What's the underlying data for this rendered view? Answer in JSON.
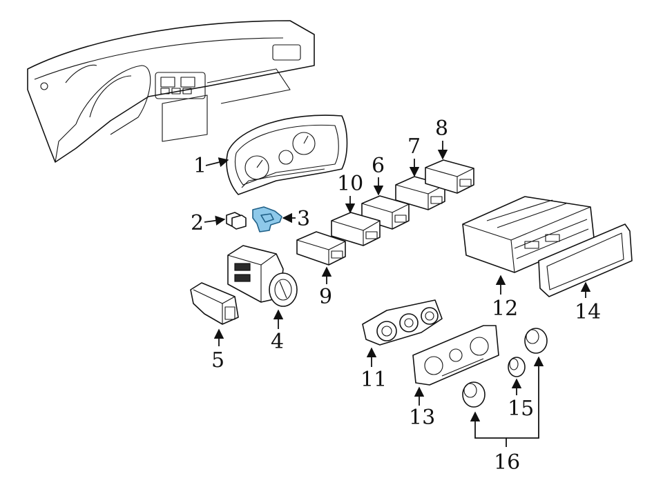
{
  "callouts": [
    {
      "id": "1",
      "label": "1"
    },
    {
      "id": "2",
      "label": "2"
    },
    {
      "id": "3",
      "label": "3"
    },
    {
      "id": "4",
      "label": "4"
    },
    {
      "id": "5",
      "label": "5"
    },
    {
      "id": "6",
      "label": "6"
    },
    {
      "id": "7",
      "label": "7"
    },
    {
      "id": "8",
      "label": "8"
    },
    {
      "id": "9",
      "label": "9"
    },
    {
      "id": "10",
      "label": "10"
    },
    {
      "id": "11",
      "label": "11"
    },
    {
      "id": "12",
      "label": "12"
    },
    {
      "id": "13",
      "label": "13"
    },
    {
      "id": "14",
      "label": "14"
    },
    {
      "id": "15",
      "label": "15"
    },
    {
      "id": "16",
      "label": "16"
    }
  ],
  "highlight_color": "#8ec9ea",
  "highlighted_part": "3"
}
